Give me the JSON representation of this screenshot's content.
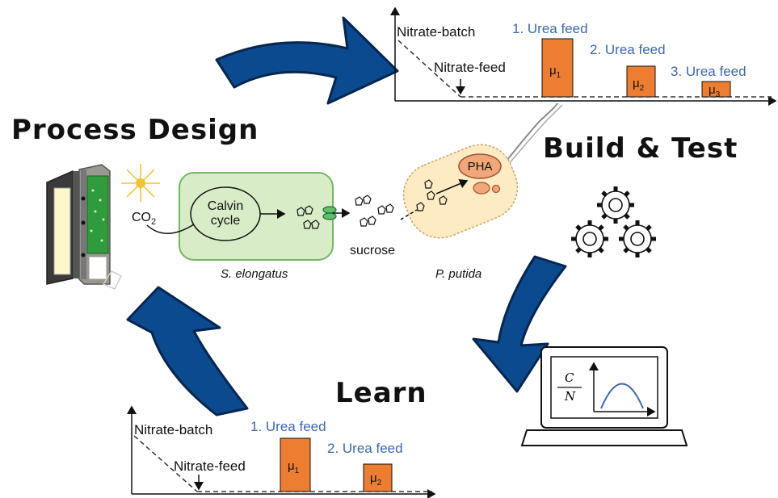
{
  "phases": {
    "process_design": "Process Design",
    "build_test": "Build & Test",
    "learn": "Learn"
  },
  "cell_diagram": {
    "calvin_line1": "Calvin",
    "calvin_line2": "cycle",
    "co2": "CO",
    "co2_sub": "2",
    "sucrose": "sucrose",
    "pha": "PHA",
    "organism_1": "S. elongatus",
    "organism_2": "P. putida"
  },
  "top_plot": {
    "nitrate_batch": "Nitrate-batch",
    "nitrate_feed": "Nitrate-feed",
    "urea_feeds": [
      "1. Urea feed",
      "2. Urea feed",
      "3. Urea feed"
    ],
    "mu_labels": [
      "μ",
      "μ",
      "μ"
    ],
    "mu_subs": [
      "1",
      "2",
      "3"
    ],
    "bar_heights_relative": [
      1.0,
      0.52,
      0.26
    ]
  },
  "bottom_plot": {
    "nitrate_batch": "Nitrate-batch",
    "nitrate_feed": "Nitrate-feed",
    "urea_feeds": [
      "1. Urea feed",
      "2. Urea feed"
    ],
    "mu_labels": [
      "μ",
      "μ"
    ],
    "mu_subs": [
      "1",
      "2"
    ],
    "bar_heights_relative": [
      1.0,
      0.52
    ]
  },
  "laptop_plot": {
    "ratio_numerator": "C",
    "ratio_denominator": "N"
  },
  "colors": {
    "arrow_fill": "#0b4a8f",
    "arrow_stroke": "#07264f",
    "bar_fill": "#ed7d31",
    "urea_text": "#3d69b0",
    "cyano_cell": "#d8ecc8",
    "cyano_border": "#73b665",
    "putida_cell": "#fdebc4",
    "pha_fill": "#f0a87a",
    "curve": "#3d69b0"
  }
}
